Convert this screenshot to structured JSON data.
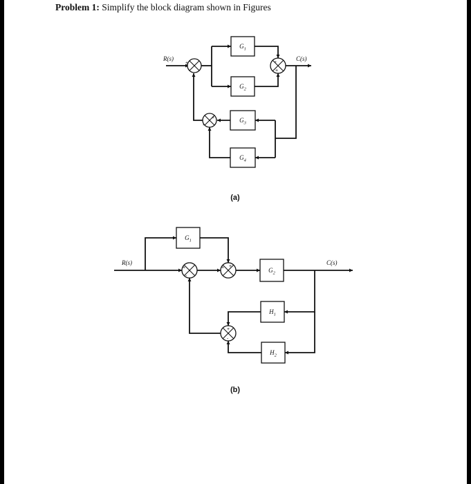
{
  "title": {
    "prefix": "Problem 1:",
    "text": "Simplify the block diagram shown in Figures"
  },
  "figure_a": {
    "input": "R(s)",
    "output": "C(s)",
    "blocks": [
      "G1",
      "G2",
      "G3",
      "G4"
    ],
    "caption": "(a)",
    "signs": {
      "sum1_in": "+",
      "sum2_top": "+",
      "sum2_bottom": "+",
      "sum3_in": "+",
      "sum3_bottom": "-"
    }
  },
  "figure_b": {
    "input": "R(s)",
    "output": "C(s)",
    "blocks": [
      "G1",
      "G2",
      "H1",
      "H2"
    ],
    "caption": "(b)",
    "signs": {
      "sum1_in": "+",
      "sum1_bottom": "-",
      "sum2_in": "+",
      "sum2_top": "+",
      "sum3_top": "+",
      "sum3_bottom": "-"
    }
  }
}
